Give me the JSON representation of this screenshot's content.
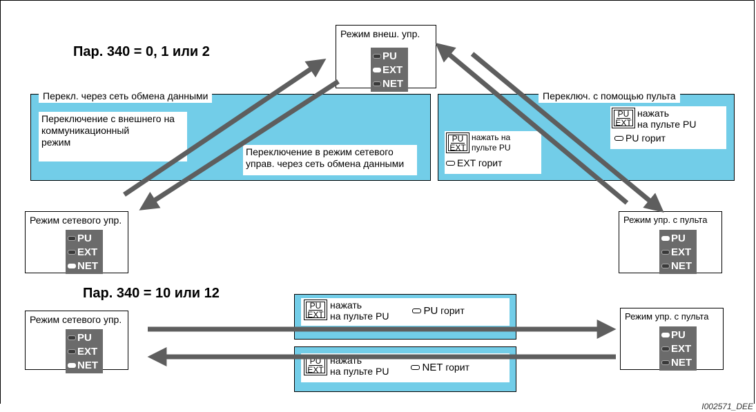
{
  "headers": {
    "top": "Пар. 340 = 0, 1 или 2",
    "bottom": "Пар. 340 = 10 или 12"
  },
  "left_panel": {
    "label": "Перекл. через сеть обмена данными",
    "text_a": [
      "Переключение с внешнего на",
      "коммуникационный",
      "режим"
    ],
    "text_b": [
      "Переключение в режим сетевого",
      "управ. через сеть обмена данными"
    ]
  },
  "right_panel": {
    "label": "Переключ. с помощью пульта",
    "press_a": [
      "нажать",
      "на пульте PU"
    ],
    "lit_a": "PU  горит",
    "press_b": [
      "нажать на",
      "пульте PU"
    ],
    "lit_b": "EXT горит"
  },
  "key": {
    "top": "PU",
    "bottom": "EXT"
  },
  "leds": [
    "PU",
    "EXT",
    "NET"
  ],
  "modes": {
    "external": {
      "title": "Режим внеш. упр.",
      "active": "EXT"
    },
    "net_top": {
      "title": "Режим сетевого упр.",
      "active": "NET"
    },
    "pu_top": {
      "title": "Режим упр. с пульта",
      "active": "PU"
    },
    "net_bottom": {
      "title": "Режим сетевого упр.",
      "active": "NET"
    },
    "pu_bottom": {
      "title": "Режим упр. с пульта",
      "active": "PU"
    }
  },
  "bottom_boxes": {
    "upper": {
      "press": [
        "нажать",
        "на пульте PU"
      ],
      "lit_led": "PU",
      "lit_word": "горит"
    },
    "lower": {
      "press": [
        "нажать",
        "на пульте PU"
      ],
      "lit_led": "NET",
      "lit_word": "горит"
    }
  },
  "image_id": "I002571_DEE",
  "colors": {
    "panel": "#72cde8",
    "arrow": "#5e5e5e",
    "led_bg": "#6b6b6b"
  }
}
